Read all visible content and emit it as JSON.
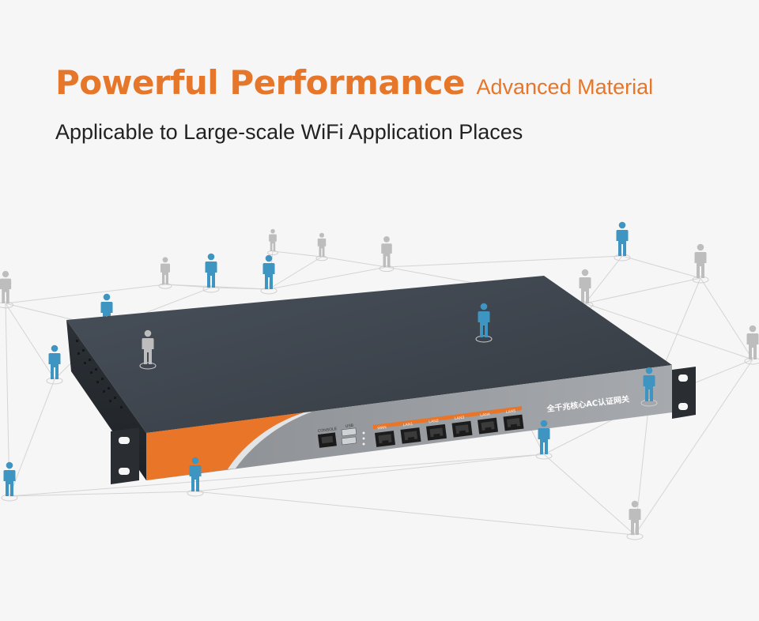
{
  "header": {
    "title": "Powerful Performance",
    "subtitle": "Advanced Material",
    "tagline": "Applicable to Large-scale WiFi Application Places"
  },
  "device": {
    "brand_text": "全千兆核心AC认证网关",
    "console_label": "CONSOLE",
    "usb_label": "USB",
    "ports": [
      "WAN",
      "LAN1",
      "LAN2",
      "LAN3",
      "LAN4",
      "LAN5"
    ]
  },
  "colors": {
    "accent": "#e5762a",
    "user_active": "#3f95c1",
    "user_idle": "#bdbdbd",
    "device_body": "#3d444c",
    "network_line": "#d4d4d4"
  },
  "icons": [
    "user-icon",
    "rj45-port-icon",
    "usb-port-icon",
    "led-indicator-icon"
  ]
}
